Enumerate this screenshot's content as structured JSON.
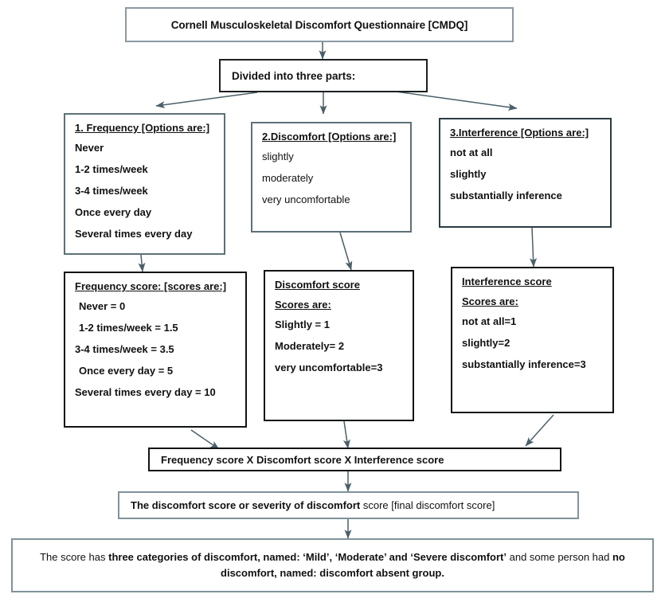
{
  "title_box": {
    "text": "Cornell Musculoskeletal Discomfort Questionnaire [CMDQ]"
  },
  "divide_box": {
    "text": "Divided into three parts:"
  },
  "option_boxes": [
    {
      "header": "1. Frequency [Options are:]",
      "lines": [
        "Never",
        "1-2 times/week",
        " 3-4 times/week",
        "Once every day",
        "Several times every day"
      ]
    },
    {
      "header": "2.Discomfort [Options are:]",
      "lines": [
        "slightly",
        "moderately",
        "very uncomfortable"
      ]
    },
    {
      "header": "3.Interference [Options are:]",
      "lines": [
        "not at all",
        " slightly",
        "substantially inference"
      ]
    }
  ],
  "score_boxes": [
    {
      "header": "Frequency score: [scores are:]",
      "subheader": "",
      "lines": [
        "Never = 0",
        " 1-2 times/week = 1.5",
        "3-4 times/week = 3.5",
        "Once every day = 5",
        "Several times every day = 10"
      ]
    },
    {
      "header": "Discomfort score",
      "subheader": "Scores are:",
      "lines": [
        "Slightly = 1",
        "Moderately= 2",
        "very uncomfortable=3"
      ]
    },
    {
      "header": "Interference score",
      "subheader": "Scores are:",
      "lines": [
        "not at all=1",
        " slightly=2",
        "substantially inference=3"
      ]
    }
  ],
  "product_box": {
    "text": "Frequency score X  Discomfort score X  Interference score"
  },
  "severity_box": {
    "part1": "The discomfort score or ",
    "part2": "severity of discomfort",
    "part3": " score [final discomfort score]"
  },
  "category_box": {
    "part1": "The score has ",
    "part2": "three categories of discomfort, named: ‘Mild’, ‘Moderate’ and ‘Severe discomfort’",
    "part3": " and some person had ",
    "part4": "no discomfort, named: discomfort absent group."
  },
  "colors": {
    "line": "#4a6069",
    "border_dark": "#111315",
    "border_mid": "#5d7179",
    "border_light": "#7f939b",
    "background": "#ffffff"
  }
}
